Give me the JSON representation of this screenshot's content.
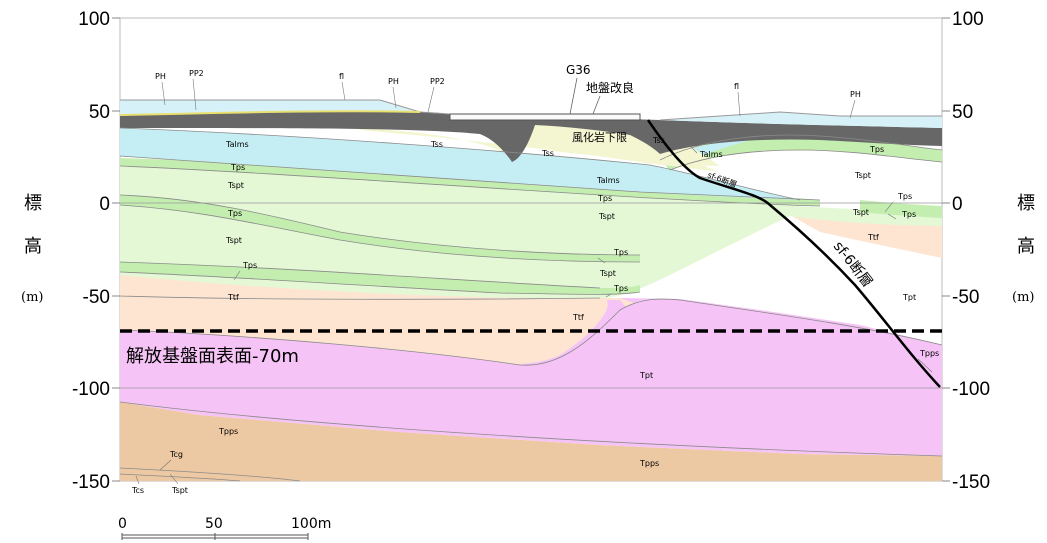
{
  "axis": {
    "ticks": [
      "100",
      "50",
      "0",
      "-50",
      "-100",
      "-150"
    ],
    "label_char1": "標",
    "label_char2": "高",
    "unit": "(m)"
  },
  "base_line": {
    "label": "解放基盤面表面-70m"
  },
  "fault": {
    "label": "sf-6断層",
    "faint_label": "sf-6断層"
  },
  "improvement": {
    "code": "G36",
    "label": "地盤改良"
  },
  "weathering": {
    "label": "風化岩下限"
  },
  "scale_bar": {
    "labels": [
      "0",
      "50",
      "100m"
    ]
  },
  "units": {
    "PH": "PH",
    "PP2": "PP2",
    "fl": "fl",
    "Talms": "Talms",
    "Tss": "Tss",
    "Tps": "Tps",
    "Tspt": "Tspt",
    "Ttf": "Ttf",
    "Tpt": "Tpt",
    "Tpps": "Tpps",
    "Tcg": "Tcg",
    "Tcs": "Tcs"
  },
  "colors": {
    "Tpps": "#edc9a3",
    "Tpt": "#f6c3f6",
    "Ttf": "#fde5d1",
    "Tspt": "#e4f8d6",
    "Tps": "#c4edb0",
    "Talms": "#c4eef4",
    "Tss": "#f3f6d0",
    "fill_dark": "#676767",
    "surface": "#d6f1f8",
    "fault": "#000000"
  }
}
